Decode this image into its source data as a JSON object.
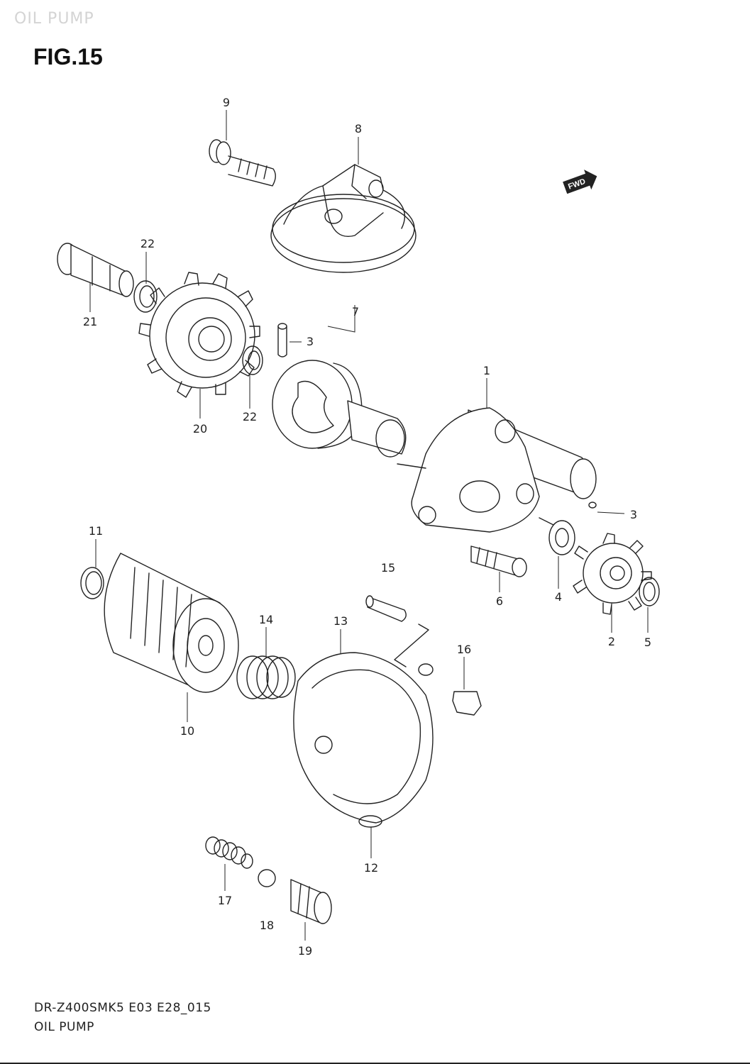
{
  "header": {
    "watermark": "OIL PUMP",
    "figure_title": "FIG.15"
  },
  "fwd_badge": "FWD",
  "callouts": [
    "9",
    "8",
    "22",
    "21",
    "7",
    "3",
    "20",
    "22",
    "1",
    "3",
    "11",
    "15",
    "6",
    "4",
    "2",
    "5",
    "14",
    "13",
    "16",
    "10",
    "12",
    "17",
    "18",
    "19"
  ],
  "footer": {
    "model_code": "DR-Z400SMK5 E03 E28_015",
    "caption": "OIL PUMP"
  }
}
